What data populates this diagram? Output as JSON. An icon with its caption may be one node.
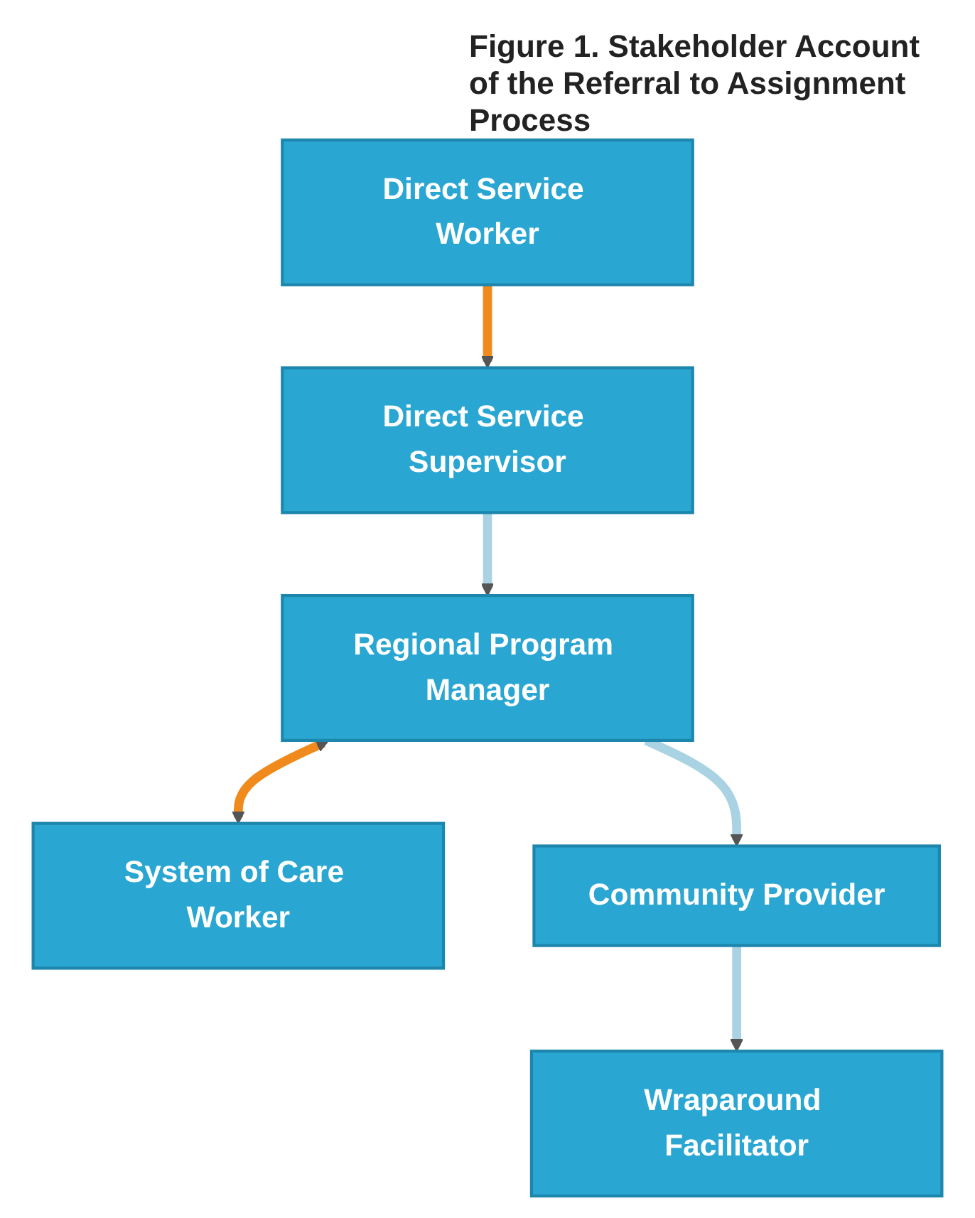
{
  "diagram": {
    "title": "Figure 1. Stakeholder Account of the Referral to Assignment Process",
    "nodes": [
      {
        "text": [
          "Direct Service Worker"
        ]
      },
      {
        "text": [
          "Direct Service Supervisor"
        ]
      },
      {
        "text": [
          "Regional Program Manager"
        ]
      },
      {
        "text": [
          "System of Care Worker"
        ]
      },
      {
        "text": [
          "Community Provider"
        ]
      },
      {
        "text": [
          "Wraparound Facilitator"
        ]
      }
    ],
    "edges": [
      {
        "from": 0,
        "to": 1,
        "arrow": "to",
        "color": "#f08a1c"
      },
      {
        "from": 1,
        "to": 2,
        "arrow": "to"
      },
      {
        "from": 2,
        "to": 3,
        "arrow": "both",
        "color": "#f08a1c"
      },
      {
        "from": 2,
        "to": 4,
        "arrow": "to"
      },
      {
        "from": 4,
        "to": 5,
        "arrow": "to"
      }
    ]
  }
}
